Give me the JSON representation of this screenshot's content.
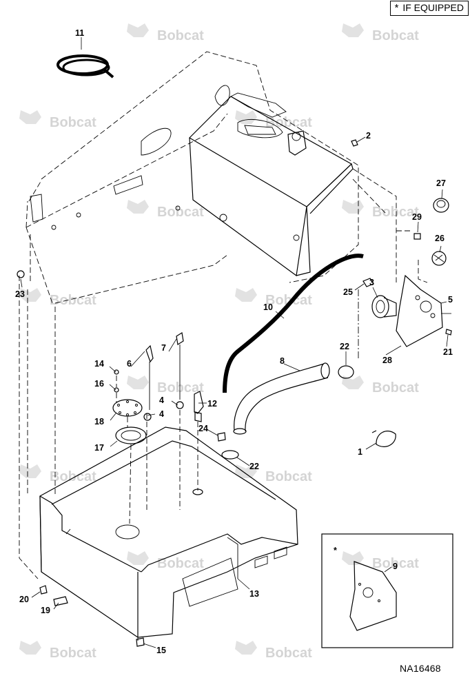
{
  "legend": {
    "symbol": "*",
    "text": "IF EQUIPPED"
  },
  "drawing_number": "NA16468",
  "watermark": "Bobcat",
  "inset_marker": "*",
  "callouts": [
    "1",
    "2",
    "3",
    "4",
    "4",
    "5",
    "6",
    "7",
    "8",
    "9",
    "10",
    "11",
    "12",
    "13",
    "14",
    "15",
    "16",
    "17",
    "18",
    "19",
    "20",
    "21",
    "22",
    "22",
    "23",
    "24",
    "25",
    "26",
    "27",
    "28",
    "29"
  ],
  "colors": {
    "line": "#000000",
    "watermark": "#d4d4d4",
    "background": "#ffffff"
  }
}
